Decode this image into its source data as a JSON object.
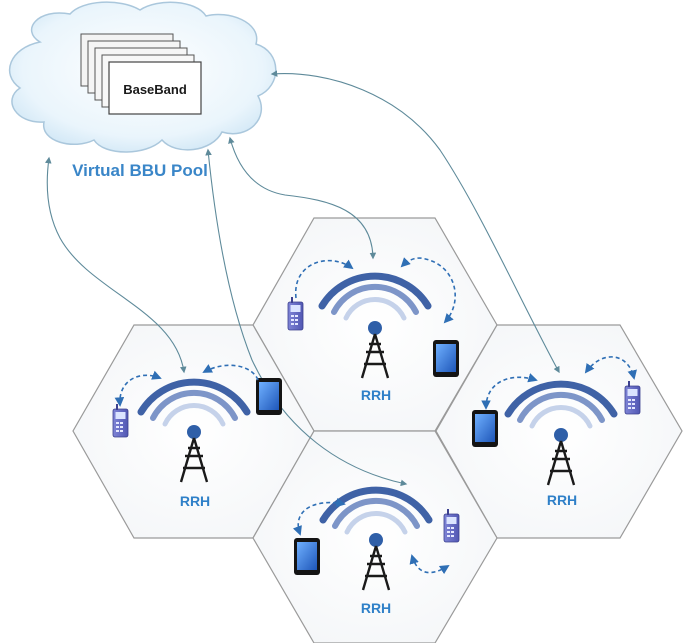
{
  "cloud": {
    "label": "Virtual BBU Pool",
    "card_label": "BaseBand"
  },
  "cells": [
    {
      "id": "top",
      "label": "RRH"
    },
    {
      "id": "left",
      "label": "RRH"
    },
    {
      "id": "right",
      "label": "RRH"
    },
    {
      "id": "bottom",
      "label": "RRH"
    }
  ],
  "colors": {
    "cell_border": "#9a9a9a",
    "link_line": "#5e8a9a",
    "dashed_arrow": "#2f6fb5",
    "signal_wave": "#3f62a6",
    "tower": "#1a1a1a",
    "label": "#2f80c8",
    "cloud_fill": "#dceef9",
    "cloud_stroke": "#aac7dc"
  },
  "icons": {
    "tower": "radio-tower-icon",
    "phone": "feature-phone-icon",
    "tablet": "tablet-icon"
  }
}
